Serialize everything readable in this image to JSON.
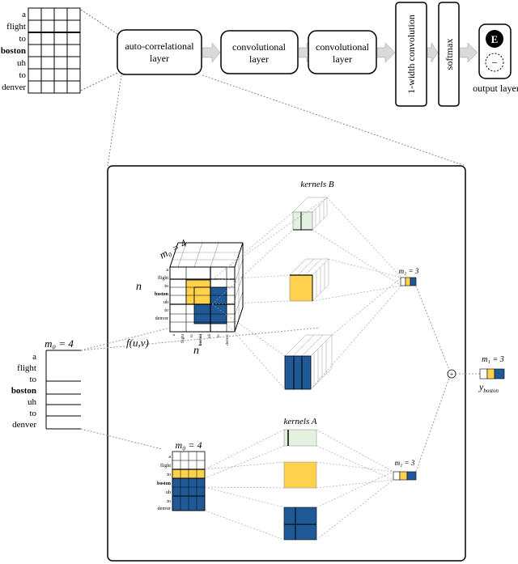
{
  "tokens": [
    "a",
    "flight",
    "to",
    "boston",
    "uh",
    "to",
    "denver"
  ],
  "highlighted_token": "boston",
  "pipeline": {
    "autocorr": [
      "auto-correlational",
      "layer"
    ],
    "conv1": [
      "convolutional",
      "layer"
    ],
    "conv2": [
      "convolutional",
      "layer"
    ],
    "onewidth": "1-width convolution",
    "softmax": "softmax",
    "output_label": "output layer",
    "output_top_symbol": "E",
    "output_bottom_symbol": "−"
  },
  "detail": {
    "m0_top": "m₀ = 4",
    "n_left": "n",
    "n_bottom": "n",
    "f_uv": "f(u,v)",
    "kernels_b": "kernels B",
    "kernels_a": "kernels A",
    "m1_top": "m₁ = 3",
    "m1_bottom": "m₁ = 3",
    "m1_out": "m₁ = 3",
    "y_label": "y",
    "y_sub": "boston",
    "plus": "+"
  },
  "left_table": {
    "m0": "m₀ = 4"
  },
  "bottom_matrix": {
    "m0": "m₀ = 4"
  },
  "colors": {
    "yellow": "#FFD24D",
    "blue": "#1F5A96",
    "lightgreen": "#E3F1DF",
    "arrow": "#D9D9D9",
    "line": "#000000",
    "dotted": "#8C8C8C"
  }
}
